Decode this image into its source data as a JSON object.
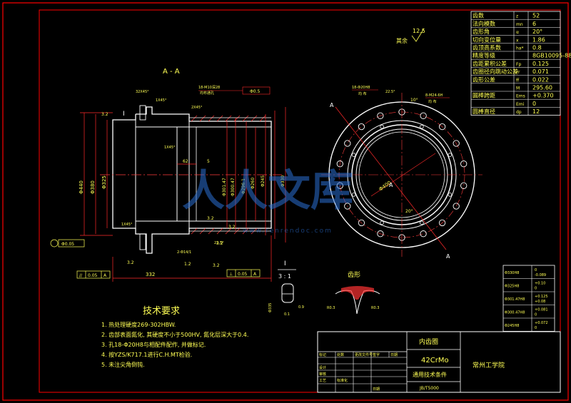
{
  "colors": {
    "background": "#000000",
    "frame": "#ff0000",
    "geometry": "#ffffff",
    "dimension": "#ff2a2a",
    "text_yellow": "#ffff55",
    "center_line": "#ff3c3c",
    "table_text": "#ffff55",
    "watermark": "#2b6fd4"
  },
  "view_labels": {
    "section_aa": "A - A",
    "detail_i": "I",
    "detail_scale": "3 : 1",
    "tooth_profile": "齿形",
    "rest": "其余",
    "roughness_rest": "12.5",
    "letter_a": "A",
    "letter_i": "I"
  },
  "dims": {
    "d_left_big": "Φ440",
    "d_left_mid": "Φ380",
    "d_left_small": "Φ325",
    "d_right_1": "Φ301.47",
    "d_right_2": "Φ300.47",
    "d_right_3": "Φ296.1",
    "d_right_4": "Φ260",
    "d_right_5": "Φ245",
    "d_right_6": "Φ330",
    "len_total": "332",
    "len_inner": "62",
    "len_5": "5",
    "roughness_32": "3.2",
    "roughness_12": "1.2",
    "chamfer_1": "1X45°",
    "chamfer_2": "1X45°",
    "chamfer_3": "1X45°",
    "chamfer_4": "2X45°",
    "chamfer_5": "1X45°",
    "hole_spec": "18-M10深28",
    "hole_note": "均布通孔",
    "d_tol": "Φ0.5",
    "top_ref_1": "32X45°",
    "angle_22": "22.5°",
    "hole_18": "18-Φ20H8",
    "hole_18_note": "均 布",
    "hole_2": "2-Φ14/1",
    "hole_8": "8-M24-6H",
    "hole_8_note": "均 布",
    "d_400": "Φ400",
    "angle_10": "10°",
    "angle_20": "20°",
    "r_right": "R0.3",
    "r_left": "R0.3",
    "detail_dim_1": "Φ335",
    "detail_dim_2": "0.9",
    "detail_dim_3": "0.1",
    "tol_box_1": "0.05",
    "tol_box_2": "0.05",
    "tol_box_3": "Φ0.05",
    "tol_box_letter": "A",
    "tol_sym": "//",
    "perp_sym": "⊥"
  },
  "params": [
    {
      "name": "齿数",
      "sym": "z",
      "val": "52"
    },
    {
      "name": "法向模数",
      "sym": "mn",
      "val": "6"
    },
    {
      "name": "齿形角",
      "sym": "α",
      "val": "20°"
    },
    {
      "name": "切向变位量",
      "sym": "x",
      "val": "1.86"
    },
    {
      "name": "齿顶高系数",
      "sym": "ha*",
      "val": "0.8"
    },
    {
      "name": "精度等级",
      "sym": "",
      "val": "8GB10095-88"
    },
    {
      "name": "齿距累积公差",
      "sym": "Fp",
      "val": "0.125"
    },
    {
      "name": "齿圈径向跳动公差",
      "sym": "Fr",
      "val": "0.071"
    },
    {
      "name": "齿形公差",
      "sym": "ff",
      "val": "0.022"
    },
    {
      "name": "",
      "sym": "M",
      "val": "295.60"
    },
    {
      "name": "圆棒跨距",
      "sym": "Ems",
      "val": "+0.370"
    },
    {
      "name": "",
      "sym": "Emi",
      "val": "0"
    },
    {
      "name": "圆棒直径",
      "sym": "dp",
      "val": "12"
    }
  ],
  "tolerance_table": [
    {
      "label": "Φ330H8",
      "val": "0\n-0.089"
    },
    {
      "label": "Φ325H8",
      "val": "+0.10\n0"
    },
    {
      "label": "Φ301.47H8",
      "val": "+0.125\n+0.08"
    },
    {
      "label": "Φ300.47H8",
      "val": "+0.081\n0"
    },
    {
      "label": "Φ245H8",
      "val": "+0.072\n0"
    }
  ],
  "tech_req": {
    "title": "技术要求",
    "items": [
      "1. 热处理硬度269-302HBW.",
      "2. 齿部表面氮化, 其硬度不小于500HV, 氮化层深大于0.4.",
      "3. 孔18-Φ20H8与相配件配作, 并做标记.",
      "4. 按YZS/K717.1进行C.H.MT检验.",
      "5. 未注尖角倒钝."
    ]
  },
  "title_block": {
    "part_name": "内齿圈",
    "material": "42CrMo",
    "spec": "通用技术条件",
    "std": "JB/T5000",
    "org": "常州工学院",
    "rev_headers": [
      "标记",
      "处数",
      "更改文件号",
      "签字",
      "日期"
    ],
    "roles": [
      "设计",
      "审核",
      "工艺"
    ],
    "roles_short": [
      "标准化",
      "日期"
    ]
  },
  "watermark": {
    "text": "人人文库",
    "url": "www.renrendoc.com"
  }
}
